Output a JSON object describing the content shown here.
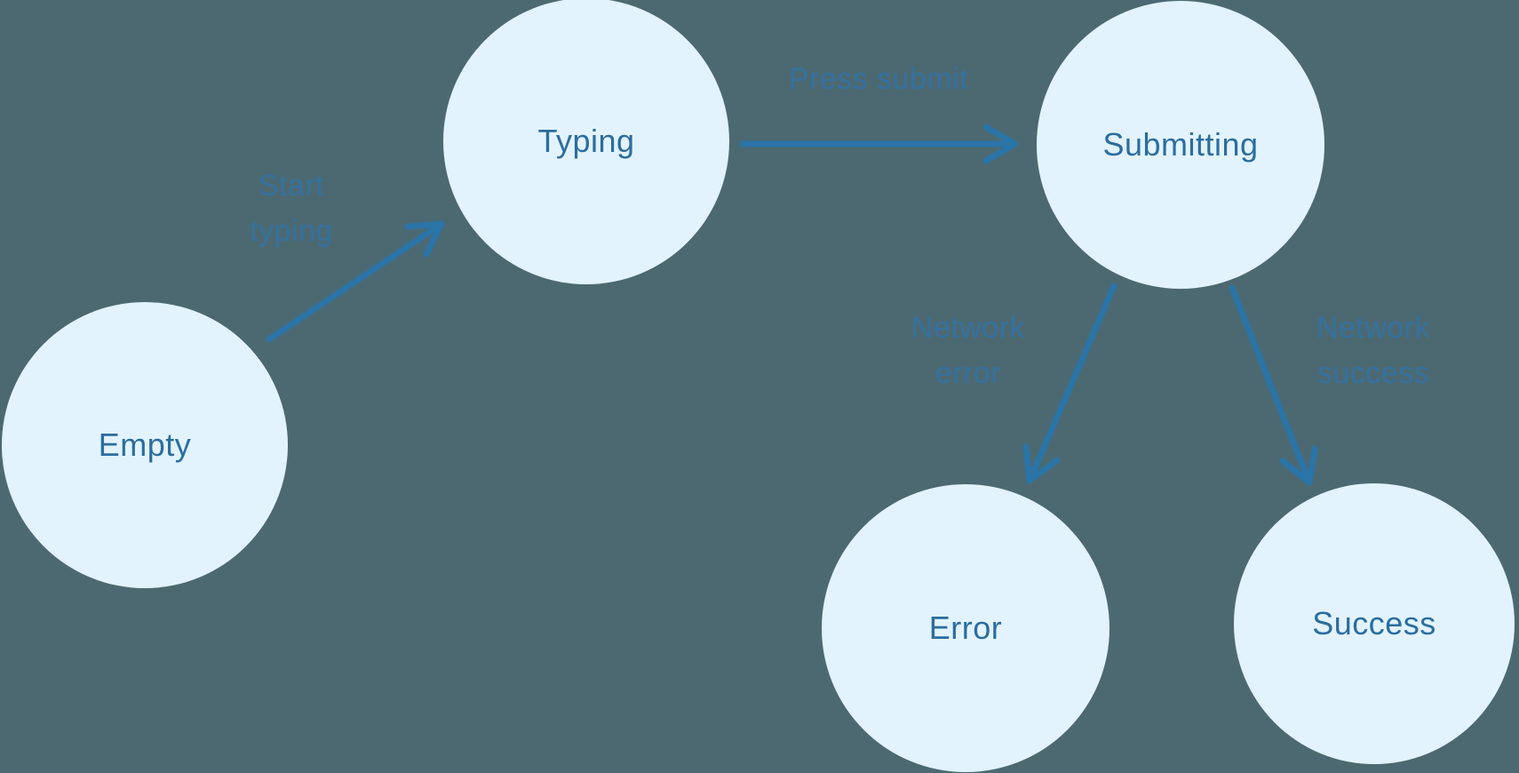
{
  "diagram": {
    "type": "state-machine",
    "states": [
      {
        "id": "empty",
        "label": "Empty"
      },
      {
        "id": "typing",
        "label": "Typing"
      },
      {
        "id": "submitting",
        "label": "Submitting"
      },
      {
        "id": "error",
        "label": "Error"
      },
      {
        "id": "success",
        "label": "Success"
      }
    ],
    "transitions": [
      {
        "from": "empty",
        "to": "typing",
        "label": "Start\ntyping"
      },
      {
        "from": "typing",
        "to": "submitting",
        "label": "Press submit"
      },
      {
        "from": "submitting",
        "to": "error",
        "label": "Network\nerror"
      },
      {
        "from": "submitting",
        "to": "success",
        "label": "Network\nsuccess"
      }
    ],
    "colors": {
      "background": "#4c6972",
      "node_fill": "#e2f3fd",
      "node_text": "#2b6d9e",
      "edge_stroke": "#2a74a7",
      "edge_label_text": "#34719f"
    }
  }
}
